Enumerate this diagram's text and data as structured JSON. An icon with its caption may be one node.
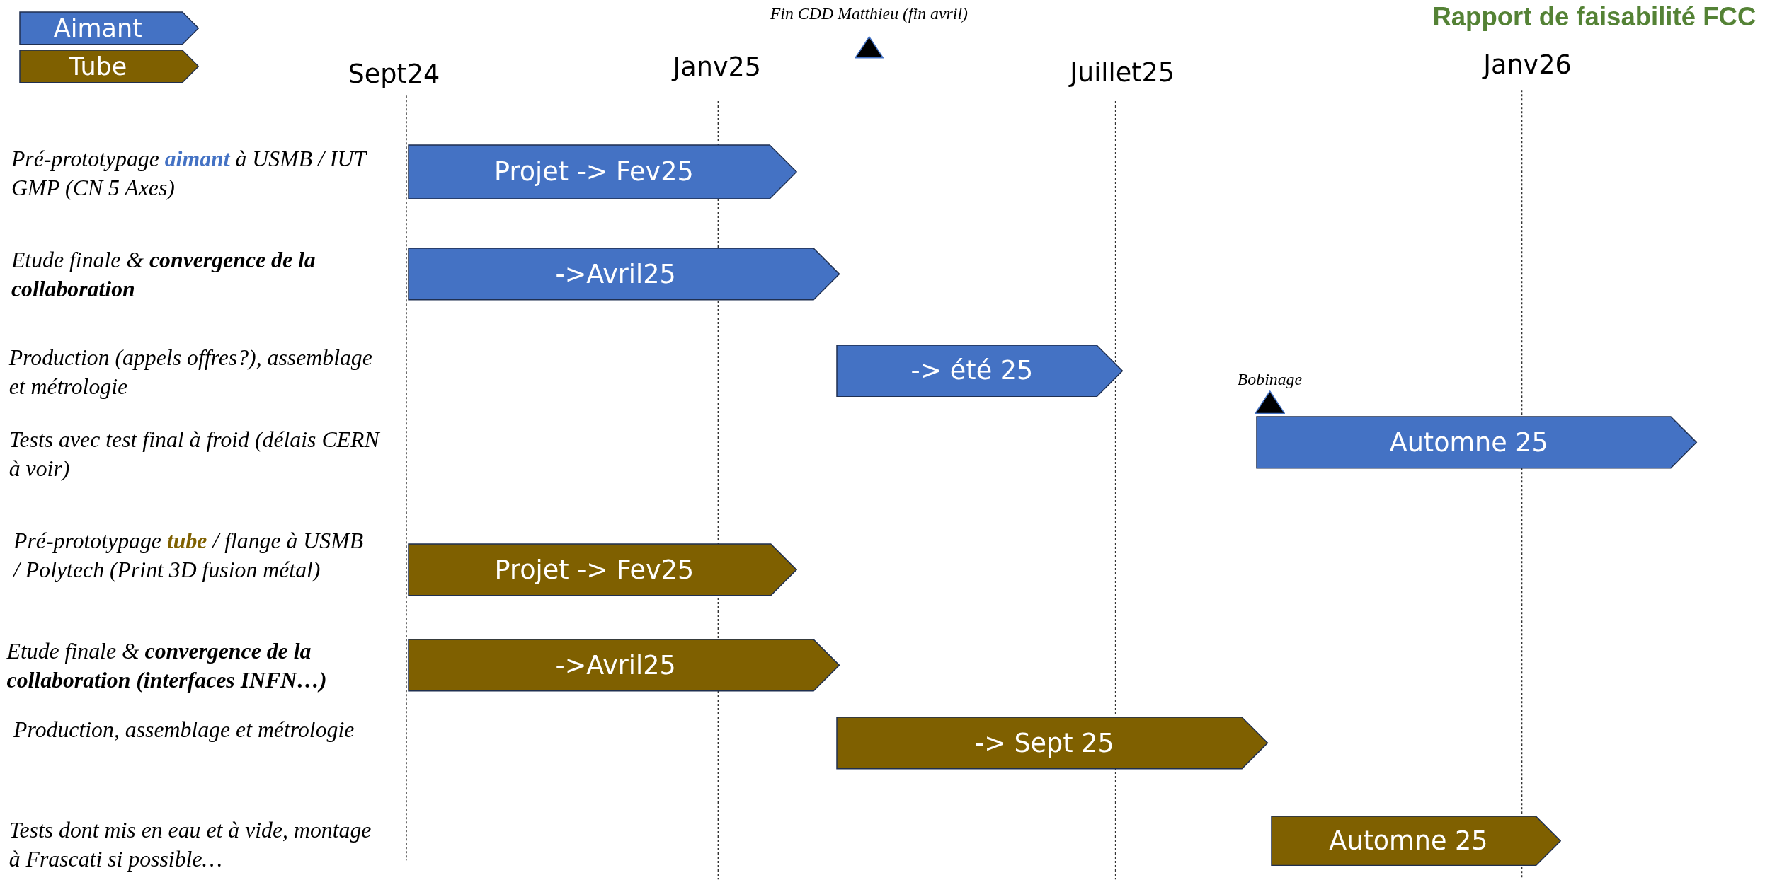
{
  "diagram": {
    "title": "Rapport de faisabilité FCC",
    "nodes": [
      {
        "text": [
          "Projet -> Fev25"
        ]
      },
      {
        "text": [
          "->Avril25"
        ]
      },
      {
        "text": [
          "-> été 25"
        ]
      },
      {
        "text": [
          "Automne 25"
        ]
      },
      {
        "text": [
          "Projet -> Fev25"
        ]
      },
      {
        "text": [
          "->Avril25"
        ]
      },
      {
        "text": [
          "-> Sept 25"
        ]
      },
      {
        "text": [
          "Automne 25"
        ]
      },
      {
        "text": [
          "Fin CDD Matthieu (fin avril)"
        ]
      },
      {
        "text": [
          "Bobinage"
        ]
      }
    ],
    "labels": [
      "Sept24",
      "Janv25",
      "Juillet25",
      "Janv26",
      "Pré-prototypage **aimant** à USMB / IUT GMP  (CN 5 Axes)",
      "Etude finale & **convergence de la collaboration**",
      "Production (appels offres?), assemblage et métrologie",
      "Tests avec test final à froid (délais CERN à voir)",
      "Pré-prototypage **tube** / flange à USMB / Polytech (Print 3D fusion métal)",
      "Etude finale & **convergence de la collaboration (interfaces INFN…)**",
      "Production, assemblage et métrologie",
      "Tests dont mis en eau et à vide, montage à Frascati si possible…"
    ],
    "legend": [
      {
        "text": "Aimant",
        "color": "#4472c4"
      },
      {
        "text": "Tube",
        "color": "#7f6000"
      }
    ]
  }
}
